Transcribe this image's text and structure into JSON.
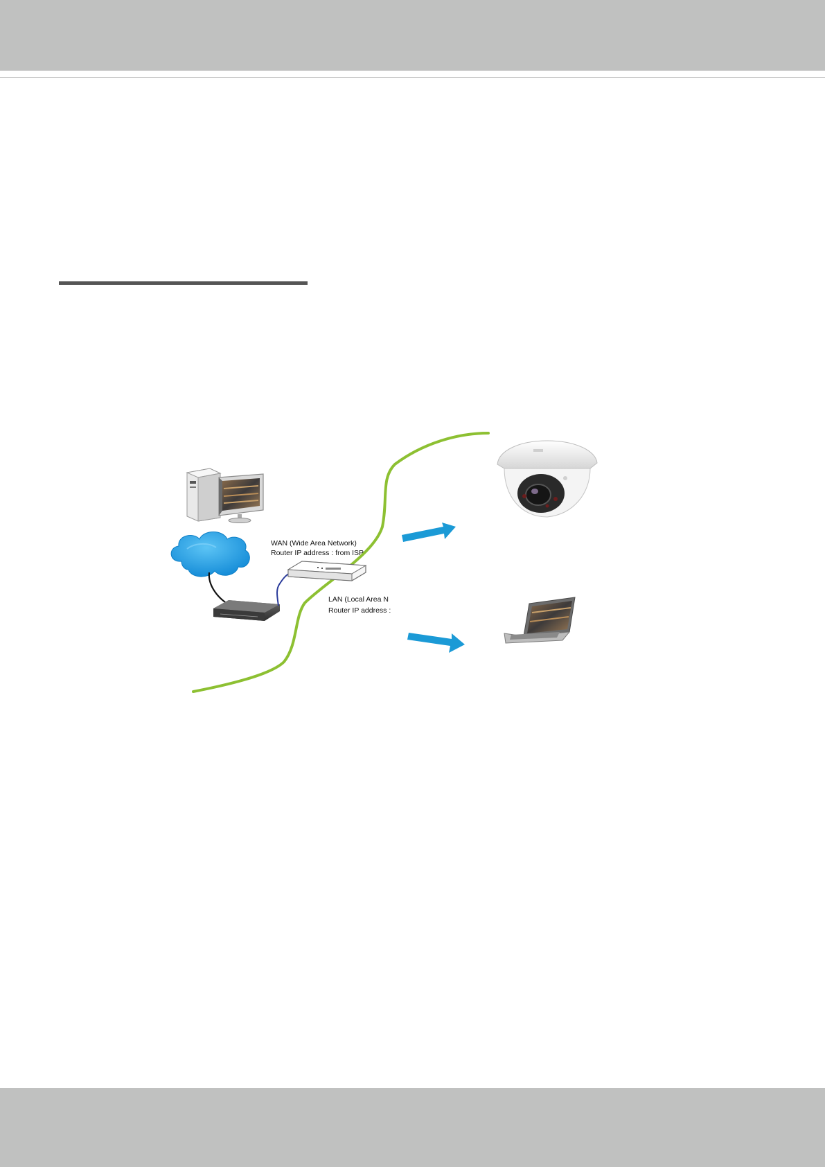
{
  "diagram": {
    "wan_label": {
      "line1": "WAN (Wide Area Network)",
      "line2": "Router IP address : from ISP"
    },
    "lan_label": {
      "line1": "LAN (Local Area N",
      "line2": "Router IP address :"
    },
    "colors": {
      "header_band": "#c0c1c0",
      "network_boundary": "#8dc032",
      "arrow": "#1b9ad6",
      "cloud": "#1fa1e3",
      "cable_blue": "#2b3c9b"
    }
  }
}
